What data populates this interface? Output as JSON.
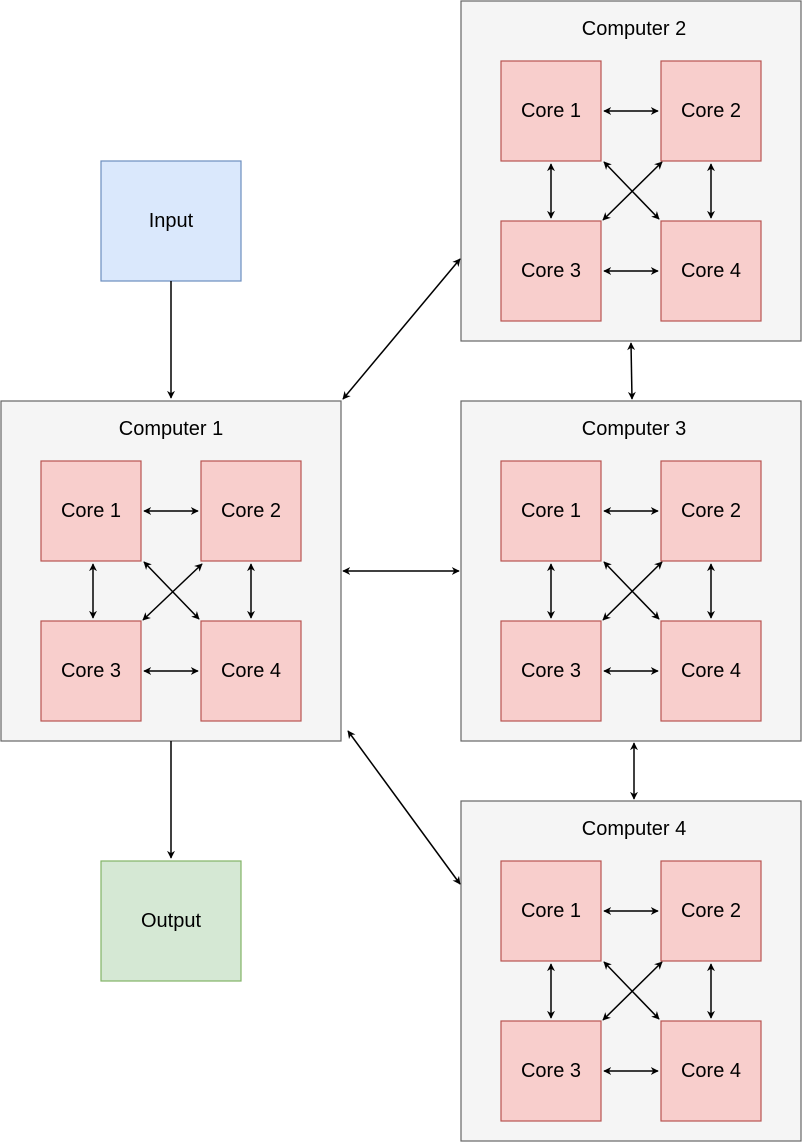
{
  "input": {
    "label": "Input"
  },
  "output": {
    "label": "Output"
  },
  "computers": [
    {
      "label": "Computer 1",
      "cores": [
        "Core 1",
        "Core 2",
        "Core 3",
        "Core 4"
      ]
    },
    {
      "label": "Computer 2",
      "cores": [
        "Core 1",
        "Core 2",
        "Core 3",
        "Core 4"
      ]
    },
    {
      "label": "Computer 3",
      "cores": [
        "Core 1",
        "Core 2",
        "Core 3",
        "Core 4"
      ]
    },
    {
      "label": "Computer 4",
      "cores": [
        "Core 1",
        "Core 2",
        "Core 3",
        "Core 4"
      ]
    }
  ],
  "colors": {
    "computer_fill": "#f5f5f5",
    "computer_stroke": "#666666",
    "core_fill": "#f8cecc",
    "core_stroke": "#b85450",
    "input_fill": "#dae8fc",
    "input_stroke": "#6c8ebf",
    "output_fill": "#d5e8d4",
    "output_stroke": "#82b366"
  }
}
